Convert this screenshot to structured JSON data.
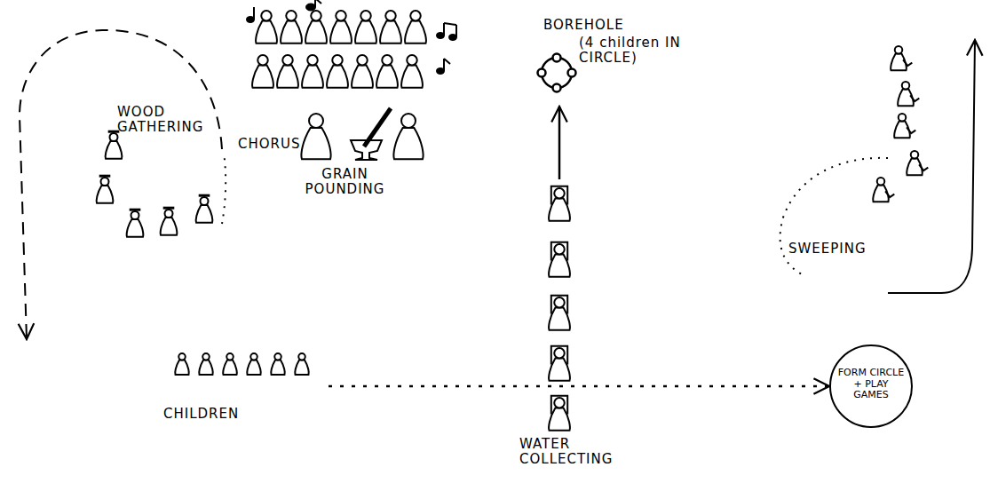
{
  "diagram": {
    "nodes": [
      {
        "text": [
          "WOOD GATHERING"
        ]
      },
      {
        "text": [
          "CHORUS"
        ]
      },
      {
        "text": [
          "GRAIN POUNDING"
        ]
      },
      {
        "text": [
          "BOREHOLE",
          "(4 children IN CIRCLE)"
        ]
      },
      {
        "text": [
          "SWEEPING"
        ]
      },
      {
        "text": [
          "CHILDREN"
        ]
      },
      {
        "text": [
          "WATER COLLECTING"
        ]
      },
      {
        "text": [
          "FORM CIRCLE + PLAY GAMES"
        ]
      }
    ],
    "edges": [
      {
        "from": 6,
        "to": 3,
        "arrow": "to"
      },
      {
        "from": 5,
        "to": 7,
        "arrow": "to"
      }
    ]
  }
}
